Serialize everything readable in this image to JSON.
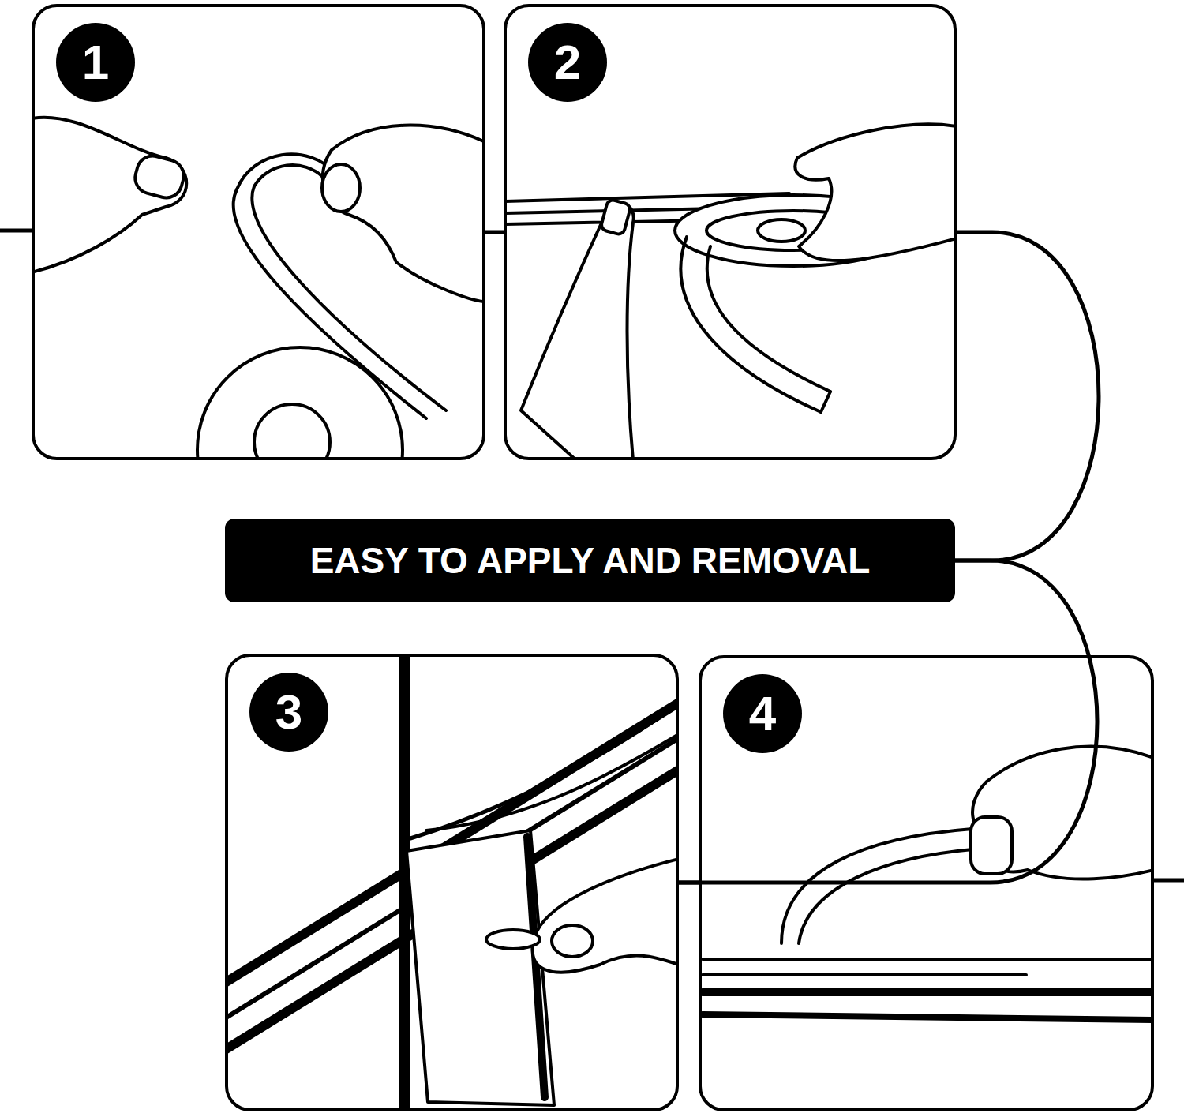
{
  "diagram": {
    "nodes": [
      {
        "text": [
          "1"
        ]
      },
      {
        "text": [
          "2"
        ]
      },
      {
        "text": [
          "EASY TO APPLY AND REMOVAL"
        ]
      },
      {
        "text": [
          "3"
        ]
      },
      {
        "text": [
          "4"
        ]
      }
    ],
    "edges": [
      {
        "from": 0,
        "to": 1,
        "arrow": "none"
      },
      {
        "from": 1,
        "to": 2,
        "arrow": "none"
      },
      {
        "from": 2,
        "to": 3,
        "arrow": "none"
      },
      {
        "from": 3,
        "to": 4,
        "arrow": "none"
      }
    ]
  }
}
